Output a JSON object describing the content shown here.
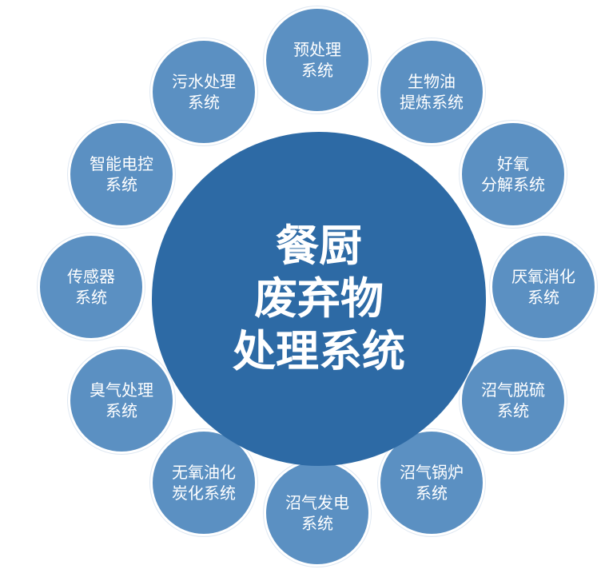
{
  "colors": {
    "center_fill": "#2d6aa5",
    "node_fill": "#5b90c2",
    "text": "#ffffff"
  },
  "center": {
    "lines": [
      "餐厨",
      "废弃物",
      "处理系统"
    ]
  },
  "nodes": [
    {
      "lines": [
        "预处理",
        "系统"
      ]
    },
    {
      "lines": [
        "生物油",
        "提炼系统"
      ]
    },
    {
      "lines": [
        "好氧",
        "分解系统"
      ]
    },
    {
      "lines": [
        "厌氧消化",
        "系统"
      ]
    },
    {
      "lines": [
        "沼气脱硫",
        "系统"
      ]
    },
    {
      "lines": [
        "沼气锅炉",
        "系统"
      ]
    },
    {
      "lines": [
        "沼气发电",
        "系统"
      ]
    },
    {
      "lines": [
        "无氧油化",
        "炭化系统"
      ]
    },
    {
      "lines": [
        "臭气处理",
        "系统"
      ]
    },
    {
      "lines": [
        "传感器",
        "系统"
      ]
    },
    {
      "lines": [
        "智能电控",
        "系统"
      ]
    },
    {
      "lines": [
        "污水处理",
        "系统"
      ]
    }
  ]
}
